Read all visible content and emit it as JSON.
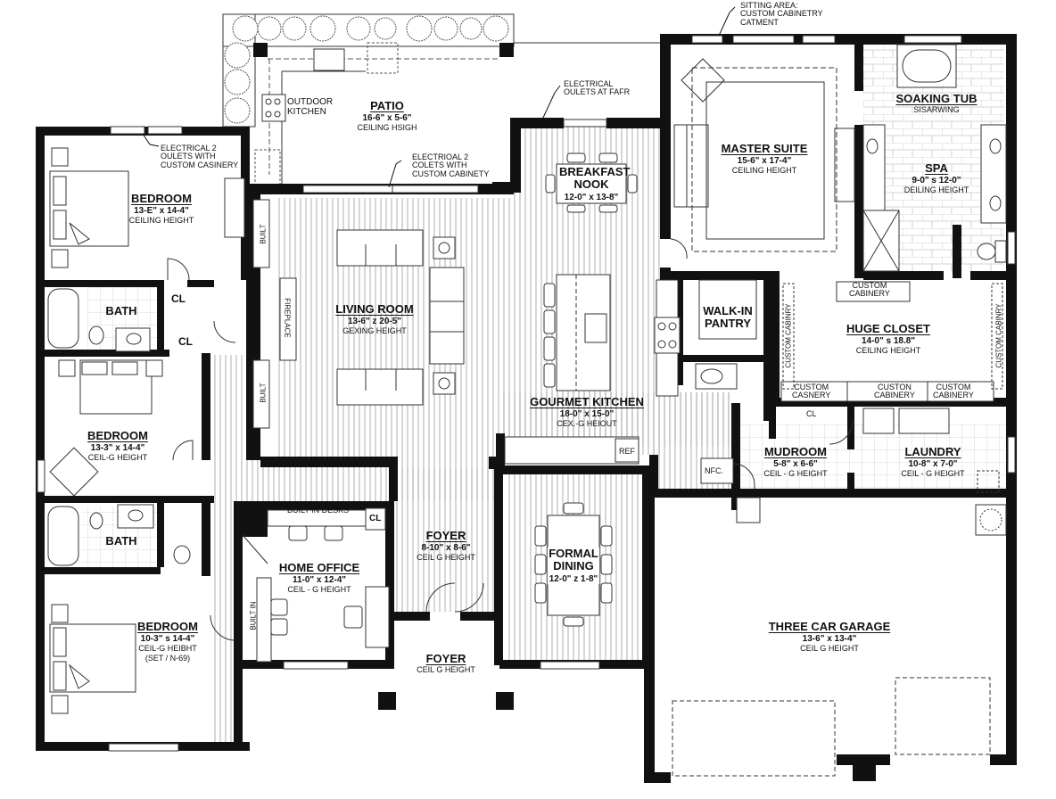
{
  "plan": {
    "rooms": [
      {
        "id": "patio",
        "title": "PATIO",
        "dims": "16-6\" x 5-6\"",
        "ceiling": "CEILING HSIGH"
      },
      {
        "id": "master_suite",
        "title": "MASTER SUITE",
        "dims": "15-6\" x 17-4\"",
        "ceiling": "CEILING HEIGHT"
      },
      {
        "id": "soaking_tub",
        "title": "SOAKING TUB",
        "dims": "",
        "ceiling": "SISARWING"
      },
      {
        "id": "spa",
        "title": "SPA",
        "dims": "9-0\" s 12-0\"",
        "ceiling": "DEILING HEIGHT"
      },
      {
        "id": "bedroom_1",
        "title": "BEDROOM",
        "dims": "13-E\" x 14-4\"",
        "ceiling": "CEILING HEIGHT"
      },
      {
        "id": "bath_1",
        "title": "BATH",
        "dims": "",
        "ceiling": ""
      },
      {
        "id": "bedroom_2",
        "title": "BEDROOM",
        "dims": "13-3\" x 14-4\"",
        "ceiling": "CEIL-G HEIGHT"
      },
      {
        "id": "bath_2",
        "title": "BATH",
        "dims": "",
        "ceiling": ""
      },
      {
        "id": "bedroom_3",
        "title": "BEDROOM",
        "dims": "10-3\" s 14-4\"",
        "ceiling": "CEIL-G HEIBHT",
        "extra": "(SET / N-69)"
      },
      {
        "id": "living_room",
        "title": "LIVING ROOM",
        "dims": "13-6\" z 20-5\"",
        "ceiling": "GEXING HEIGHT"
      },
      {
        "id": "breakfast_nook",
        "title": "BREAKFAST NOOK",
        "dims": "12-0\" x 13-8\"",
        "ceiling": ""
      },
      {
        "id": "gourmet_kitchen",
        "title": "GOURMET KITCHEN",
        "dims": "18-0\" x 15-0\"",
        "ceiling": "CEX.-G HEIOUT"
      },
      {
        "id": "walk_in_pantry",
        "title": "WALK-IN PANTRY",
        "dims": "",
        "ceiling": ""
      },
      {
        "id": "huge_closet",
        "title": "HUGE CLOSET",
        "dims": "14-0\" s 18.8\"",
        "ceiling": "CEILING HEIGHT"
      },
      {
        "id": "mudroom",
        "title": "MUDROOM",
        "dims": "5-8\" x 6-6\"",
        "ceiling": "CEIL - G HEIGHT"
      },
      {
        "id": "laundry",
        "title": "LAUNDRY",
        "dims": "10-8\" x 7-0\"",
        "ceiling": "CEIL - G HEIGHT"
      },
      {
        "id": "home_office",
        "title": "HOME OFFICE",
        "dims": "11-0\" x 12-4\"",
        "ceiling": "CEIL - G HEIGHT"
      },
      {
        "id": "foyer_inner",
        "title": "FOYER",
        "dims": "8-10\" x 8-6\"",
        "ceiling": "CEIL G HEIGHT"
      },
      {
        "id": "foyer_outer",
        "title": "FOYER",
        "dims": "",
        "ceiling": "CEIL G HEIGHT"
      },
      {
        "id": "formal_dining",
        "title": "FORMAL DINING",
        "dims": "12-0\" z 1-8\"",
        "ceiling": ""
      },
      {
        "id": "three_car_garage",
        "title": "THREE CAR GARAGE",
        "dims": "13-6\" x 13-4\"",
        "ceiling": "CEIL G HEIGHT"
      }
    ],
    "annotations": {
      "sitting_area": [
        "SITTING AREA:",
        "CUSTOM CABINETRY",
        "CATMENT"
      ],
      "electrical_nook": [
        "ELECTRICAL",
        "OULETS AT FAFR"
      ],
      "electrical_living": [
        "ELECTRIOAL 2",
        "COLETS WITH",
        "CUSTOM CABINETY"
      ],
      "electrical_bedroom": [
        "ELECTRICAL 2",
        "OULETS WITH",
        "CUSTOM CASINERY"
      ],
      "outdoor_kitchen": [
        "OUTDOOR",
        "KITCHEN"
      ]
    },
    "small_labels": {
      "cl_bath1_upper": "CL",
      "cl_bath1_lower": "CL",
      "cl_office": "CL",
      "cl_mudroom": "CL",
      "built_in_desks": "BUILT IN DESKS",
      "built_in_office": "BUILT IN",
      "built_upper": "BUILT",
      "built_lower": "BUILT",
      "fireplace": "FIREPLACE",
      "ref": "REF",
      "nfc": "NFC.",
      "custom_cabinetry_top": [
        "CUSTOM",
        "CABINERY"
      ],
      "custom_cabinetry_bottom_1": [
        "CUSTOM",
        "CASNERY"
      ],
      "custom_cabinetry_bottom_2": [
        "CUSTON",
        "CABINERY"
      ],
      "custom_cabinetry_bottom_3": [
        "CUSTOM",
        "CABINERY"
      ],
      "custom_cabinetry_left": "CUSTOM CABINRY",
      "custom_cabinetry_right": "CUSTOM CABINRY"
    }
  }
}
